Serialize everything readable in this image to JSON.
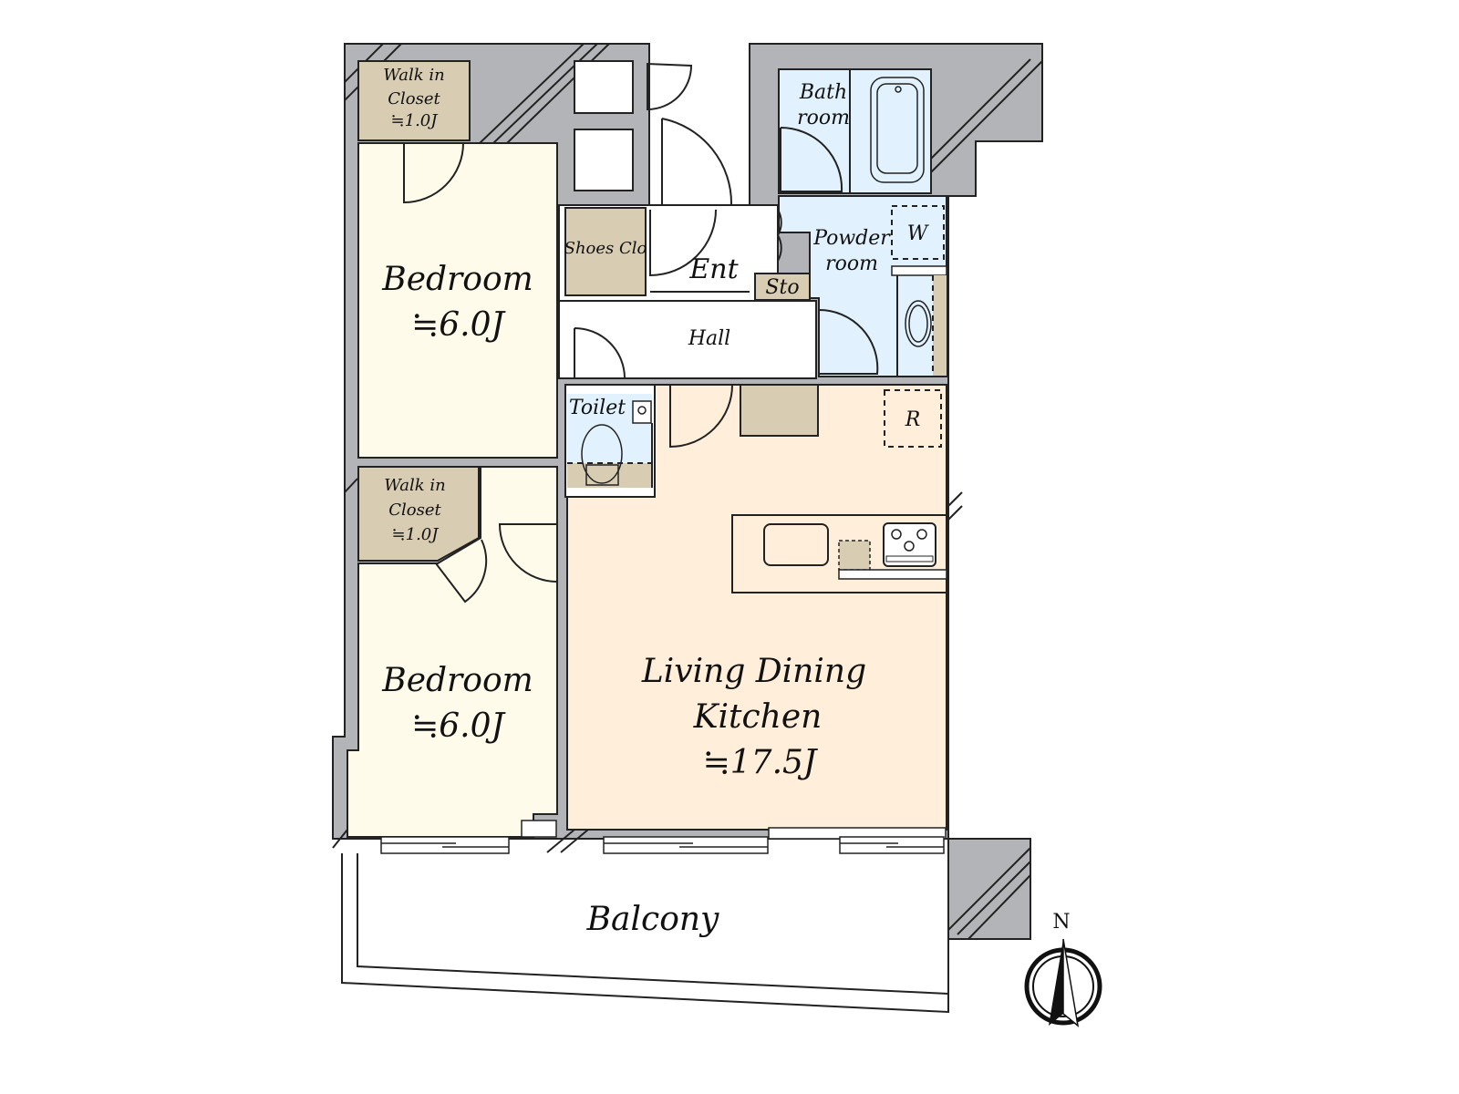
{
  "plan": {
    "colors": {
      "wall": "#b3b4b7",
      "bedroom": "#fffbea",
      "closet": "#d8ccb3",
      "wet_area": "#e1f1fd",
      "ldk": "#ffeed9",
      "outline": "#222222"
    },
    "rooms": {
      "wic_top": {
        "line1": "Walk in",
        "line2": "Closet",
        "area": "≒1.0J"
      },
      "bedroom_top": {
        "label": "Bedroom",
        "area": "≒6.0J"
      },
      "wic_bottom": {
        "line1": "Walk in",
        "line2": "Closet",
        "area": "≒1.0J"
      },
      "bedroom_bottom": {
        "label": "Bedroom",
        "area": "≒6.0J"
      },
      "bath": {
        "line1": "Bath",
        "line2": "room"
      },
      "powder": {
        "line1": "Powder",
        "line2": "room"
      },
      "washer": {
        "label": "W"
      },
      "shoes": {
        "label": "Shoes Clo"
      },
      "entrance": {
        "label": "Ent"
      },
      "storage": {
        "label": "Sto"
      },
      "hall": {
        "label": "Hall"
      },
      "toilet": {
        "label": "Toilet"
      },
      "fridge": {
        "label": "R"
      },
      "ldk": {
        "line1": "Living Dining",
        "line2": "Kitchen",
        "area": "≒17.5J"
      },
      "balcony": {
        "label": "Balcony"
      }
    },
    "compass": {
      "label": "N"
    }
  }
}
